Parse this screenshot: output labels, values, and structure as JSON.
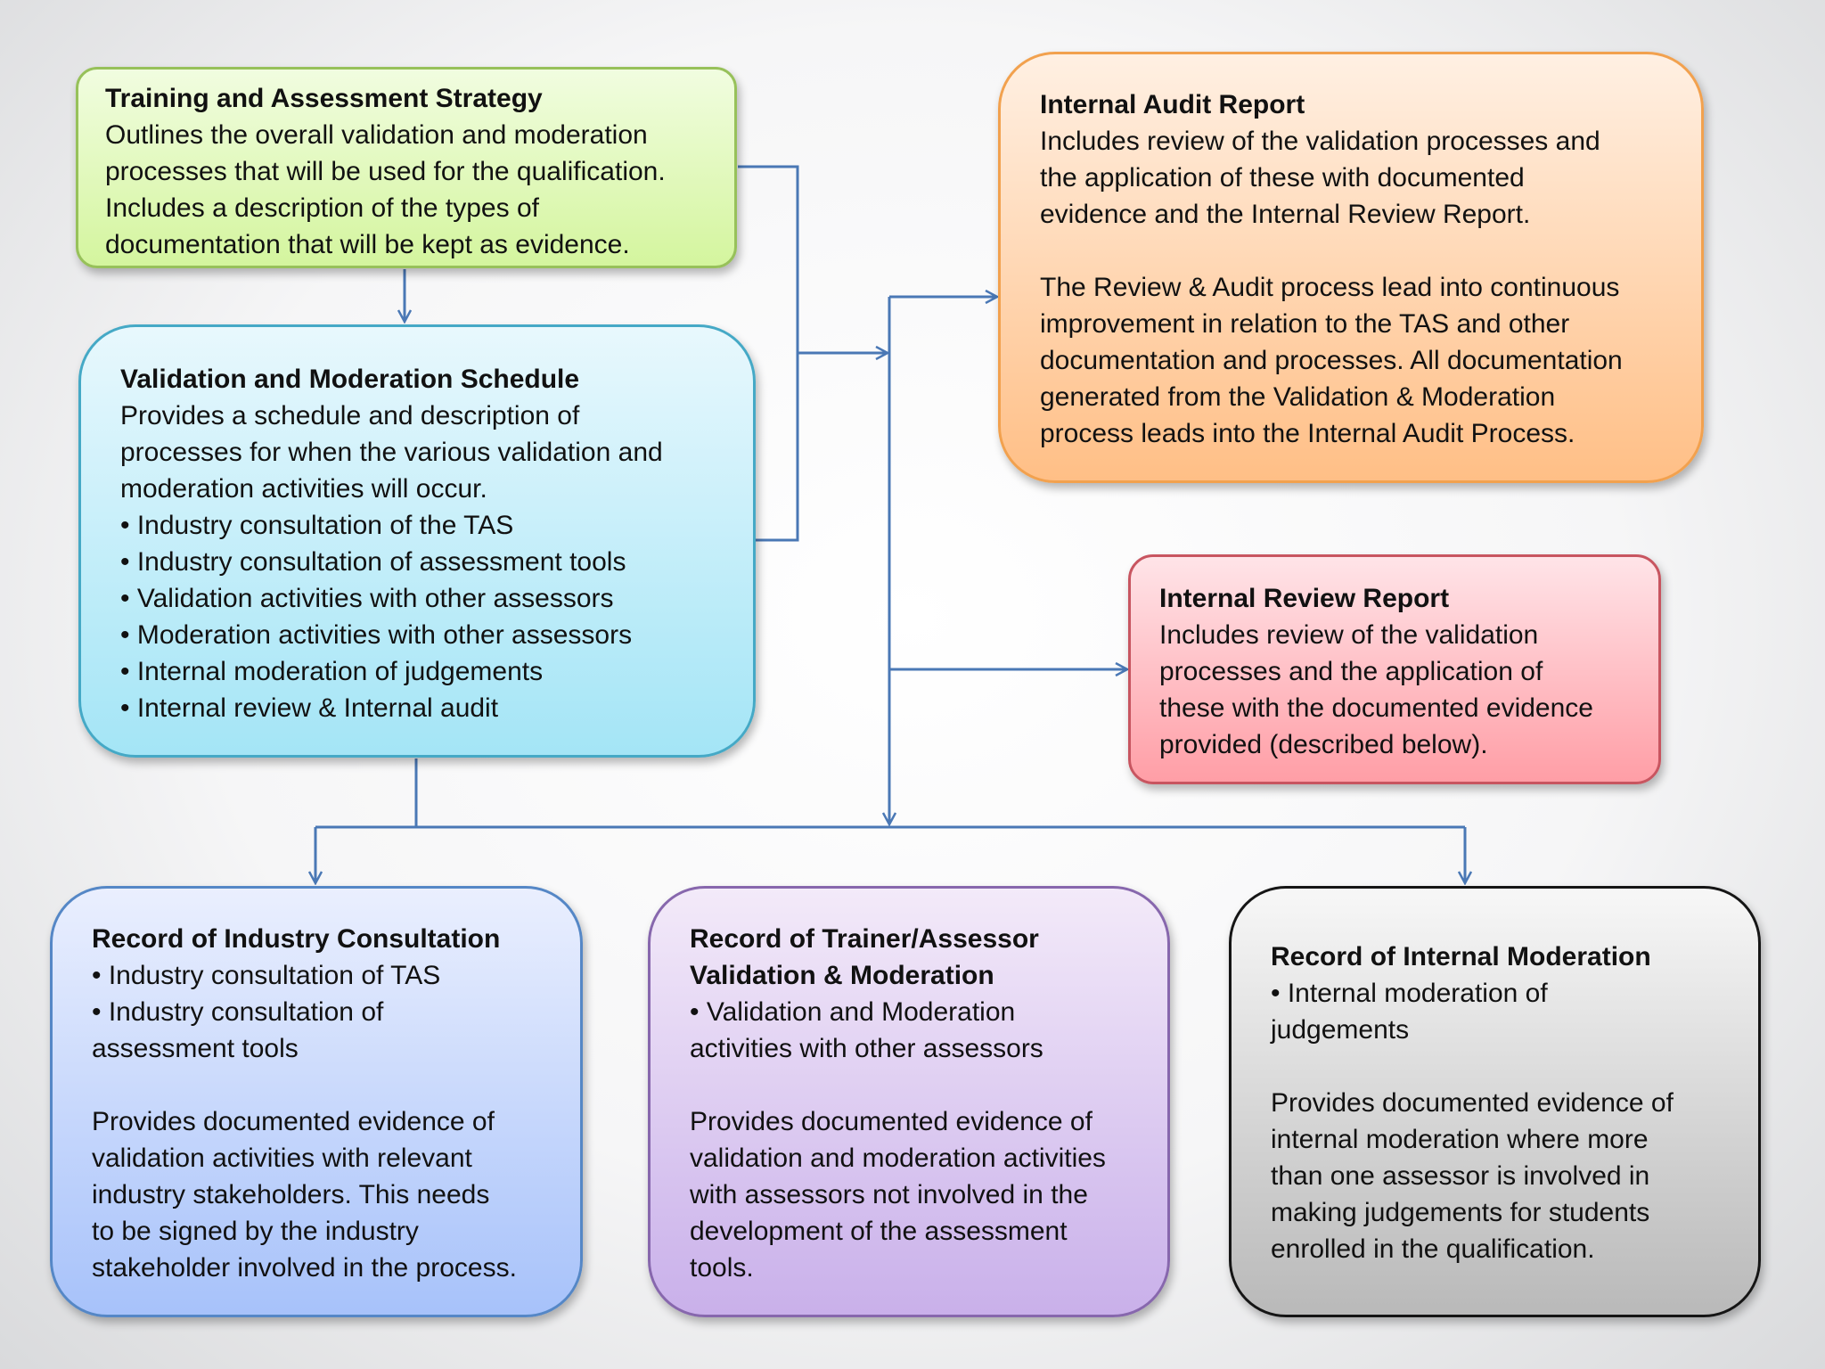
{
  "boxes": {
    "tas": {
      "title": "Training and Assessment Strategy",
      "lines": [
        "Outlines the overall validation and moderation",
        "processes  that will be used for the qualification.",
        "Includes a description of the types of",
        "documentation that will be kept as evidence."
      ]
    },
    "schedule": {
      "title": "Validation and Moderation Schedule",
      "lines": [
        "Provides a schedule and description of",
        "processes for when the various validation and",
        "moderation activities will occur.",
        "• Industry consultation of the TAS",
        "• Industry consultation of assessment tools",
        "• Validation activities with other assessors",
        "• Moderation activities with other assessors",
        "• Internal moderation of judgements",
        "• Internal review & Internal audit"
      ]
    },
    "audit": {
      "title": "Internal Audit Report",
      "lines": [
        "Includes review of the validation processes and",
        "the application of these with documented",
        "evidence and the Internal Review Report."
      ],
      "lines2": [
        "The Review & Audit process lead into continuous",
        "improvement in relation to the TAS and other",
        "documentation and processes. All documentation",
        "generated from the Validation & Moderation",
        "process leads into the Internal Audit Process."
      ]
    },
    "review": {
      "title": "Internal Review Report",
      "lines": [
        "Includes review of the validation",
        "processes and the application of",
        "these with the documented evidence",
        "provided (described below)."
      ]
    },
    "industry": {
      "title": "Record of Industry Consultation",
      "lines": [
        "• Industry consultation of TAS",
        "• Industry consultation of",
        "assessment tools"
      ],
      "lines2": [
        "Provides documented evidence of",
        "validation activities with relevant",
        "industry stakeholders. This needs",
        "to be signed by the industry",
        "stakeholder involved in the  process."
      ]
    },
    "trainer": {
      "title_lines": [
        "Record of Trainer/Assessor",
        "Validation & Moderation"
      ],
      "lines": [
        "• Validation and Moderation",
        "activities with other assessors"
      ],
      "lines2": [
        "Provides documented evidence of",
        "validation and moderation activities",
        "with assessors not involved in the",
        "development of the assessment",
        "tools."
      ]
    },
    "internal": {
      "title": "Record of Internal Moderation",
      "lines": [
        "• Internal moderation of",
        "judgements"
      ],
      "lines2": [
        "Provides documented evidence of",
        "internal moderation where more",
        "than one assessor is involved in",
        "making judgements for students",
        "enrolled in the qualification."
      ]
    }
  },
  "colors": {
    "connector": "#4a78b5"
  }
}
